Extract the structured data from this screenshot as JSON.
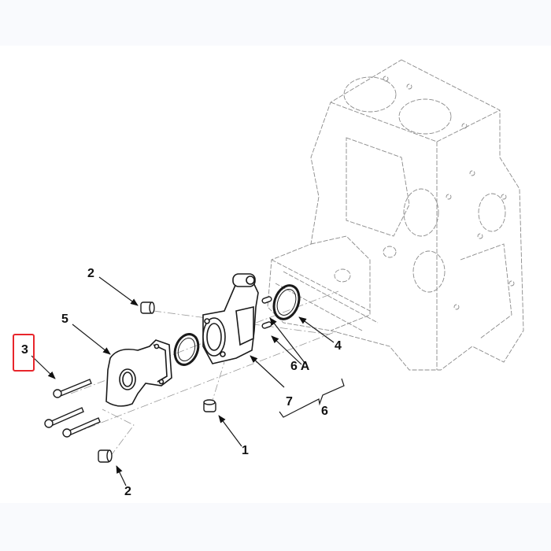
{
  "diagram": {
    "type": "exploded parts diagram",
    "subject": "thermostat housing / water outlet assembly on engine block",
    "highlight": {
      "label": "3",
      "color": "#e8262c"
    },
    "callouts": [
      {
        "id": "c2a",
        "label": "2",
        "part": "plug/cap (upper)"
      },
      {
        "id": "c5",
        "label": "5",
        "part": "water outlet elbow"
      },
      {
        "id": "c3",
        "label": "3",
        "part": "flange bolts (x3)"
      },
      {
        "id": "c4",
        "label": "4",
        "part": "seal ring"
      },
      {
        "id": "c6a",
        "label": "6 A",
        "part": "dowel pins (x2)"
      },
      {
        "id": "c7",
        "label": "7",
        "part": "thermostat housing"
      },
      {
        "id": "c6",
        "label": "6",
        "part": "assembly (bracket group)"
      },
      {
        "id": "c1",
        "label": "1",
        "part": "plug/cap (middle)"
      },
      {
        "id": "c2b",
        "label": "2",
        "part": "plug/cap (lower)"
      }
    ]
  },
  "colors": {
    "background": "#ffffff",
    "band": "#f9fafd",
    "line": "#1a1a1a",
    "phantom": "#8a8a8a",
    "highlight": "#e8262c"
  }
}
